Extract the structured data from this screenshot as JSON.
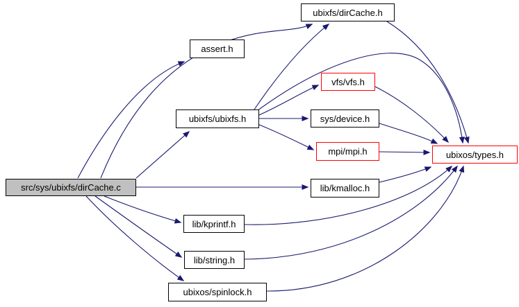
{
  "diagram": {
    "kind": "include-dependency-graph",
    "colors": {
      "edge": "#191970",
      "node_border": "#000000",
      "highlight_border": "#ff0000",
      "root_fill": "#c0c0c0",
      "node_fill": "#ffffff",
      "text": "#000000",
      "background": "#ffffff"
    },
    "nodes": [
      {
        "id": "dircache_c",
        "label": "src/sys/ubixfs/dirCache.c",
        "type": "root"
      },
      {
        "id": "assert_h",
        "label": "assert.h",
        "type": "normal"
      },
      {
        "id": "dircache_h",
        "label": "ubixfs/dirCache.h",
        "type": "normal"
      },
      {
        "id": "vfs_h",
        "label": "vfs/vfs.h",
        "type": "highlight"
      },
      {
        "id": "ubixfs_h",
        "label": "ubixfs/ubixfs.h",
        "type": "normal"
      },
      {
        "id": "device_h",
        "label": "sys/device.h",
        "type": "normal"
      },
      {
        "id": "mpi_h",
        "label": "mpi/mpi.h",
        "type": "highlight"
      },
      {
        "id": "types_h",
        "label": "ubixos/types.h",
        "type": "highlight"
      },
      {
        "id": "kmalloc_h",
        "label": "lib/kmalloc.h",
        "type": "normal"
      },
      {
        "id": "kprintf_h",
        "label": "lib/kprintf.h",
        "type": "normal"
      },
      {
        "id": "string_h",
        "label": "lib/string.h",
        "type": "normal"
      },
      {
        "id": "spinlock_h",
        "label": "ubixos/spinlock.h",
        "type": "normal"
      }
    ],
    "edges": [
      {
        "from": "src/sys/ubixfs/dirCache.c",
        "to": "assert.h"
      },
      {
        "from": "src/sys/ubixfs/dirCache.c",
        "to": "ubixfs/dirCache.h"
      },
      {
        "from": "src/sys/ubixfs/dirCache.c",
        "to": "ubixfs/ubixfs.h"
      },
      {
        "from": "src/sys/ubixfs/dirCache.c",
        "to": "lib/kmalloc.h"
      },
      {
        "from": "src/sys/ubixfs/dirCache.c",
        "to": "lib/kprintf.h"
      },
      {
        "from": "src/sys/ubixfs/dirCache.c",
        "to": "lib/string.h"
      },
      {
        "from": "src/sys/ubixfs/dirCache.c",
        "to": "ubixos/spinlock.h"
      },
      {
        "from": "ubixfs/ubixfs.h",
        "to": "ubixfs/dirCache.h"
      },
      {
        "from": "ubixfs/ubixfs.h",
        "to": "vfs/vfs.h"
      },
      {
        "from": "ubixfs/ubixfs.h",
        "to": "sys/device.h"
      },
      {
        "from": "ubixfs/ubixfs.h",
        "to": "mpi/mpi.h"
      },
      {
        "from": "ubixfs/ubixfs.h",
        "to": "ubixos/types.h"
      },
      {
        "from": "ubixfs/dirCache.h",
        "to": "ubixos/types.h"
      },
      {
        "from": "vfs/vfs.h",
        "to": "ubixos/types.h"
      },
      {
        "from": "sys/device.h",
        "to": "ubixos/types.h"
      },
      {
        "from": "mpi/mpi.h",
        "to": "ubixos/types.h"
      },
      {
        "from": "lib/kmalloc.h",
        "to": "ubixos/types.h"
      },
      {
        "from": "lib/kprintf.h",
        "to": "ubixos/types.h"
      },
      {
        "from": "lib/string.h",
        "to": "ubixos/types.h"
      },
      {
        "from": "ubixos/spinlock.h",
        "to": "ubixos/types.h"
      }
    ]
  }
}
